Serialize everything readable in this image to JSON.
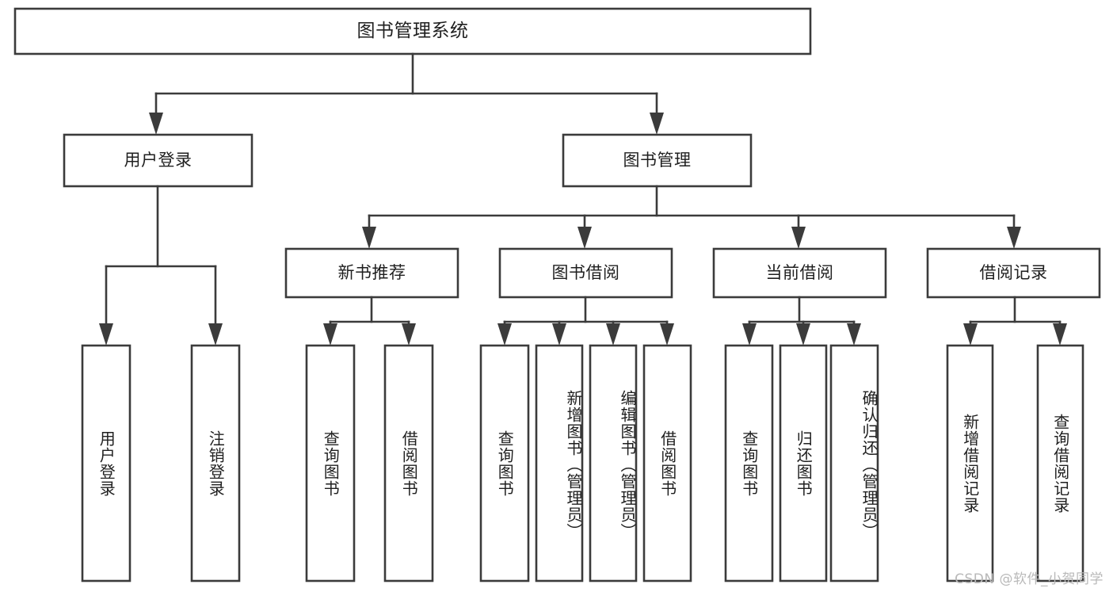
{
  "diagram": {
    "title": "图书管理系统",
    "type": "tree-hierarchy-diagram",
    "colors": {
      "box_stroke": "#3b3b3b",
      "box_fill": "#ffffff",
      "text": "#1f1f1f",
      "background": "#ffffff",
      "watermark": "#b9b9b9"
    },
    "root": {
      "label": "图书管理系统"
    },
    "level2": [
      {
        "label": "用户登录"
      },
      {
        "label": "图书管理"
      }
    ],
    "level3": [
      {
        "label": "新书推荐"
      },
      {
        "label": "图书借阅"
      },
      {
        "label": "当前借阅"
      },
      {
        "label": "借阅记录"
      }
    ],
    "leaves": {
      "user_login": [
        {
          "label": "用户登录"
        },
        {
          "label": "注销登录"
        }
      ],
      "new_book_recommend": [
        {
          "label": "查询图书"
        },
        {
          "label": "借阅图书"
        }
      ],
      "book_borrow": [
        {
          "label": "查询图书"
        },
        {
          "label": "新增图书（管理员）"
        },
        {
          "label": "编辑图书（管理员）"
        },
        {
          "label": "借阅图书"
        }
      ],
      "current_borrow": [
        {
          "label": "查询图书"
        },
        {
          "label": "归还图书"
        },
        {
          "label": "确认归还（管理员）"
        }
      ],
      "borrow_records": [
        {
          "label": "新增借阅记录"
        },
        {
          "label": "查询借阅记录"
        }
      ]
    },
    "watermark": "CSDN @软件_小贺同学"
  }
}
